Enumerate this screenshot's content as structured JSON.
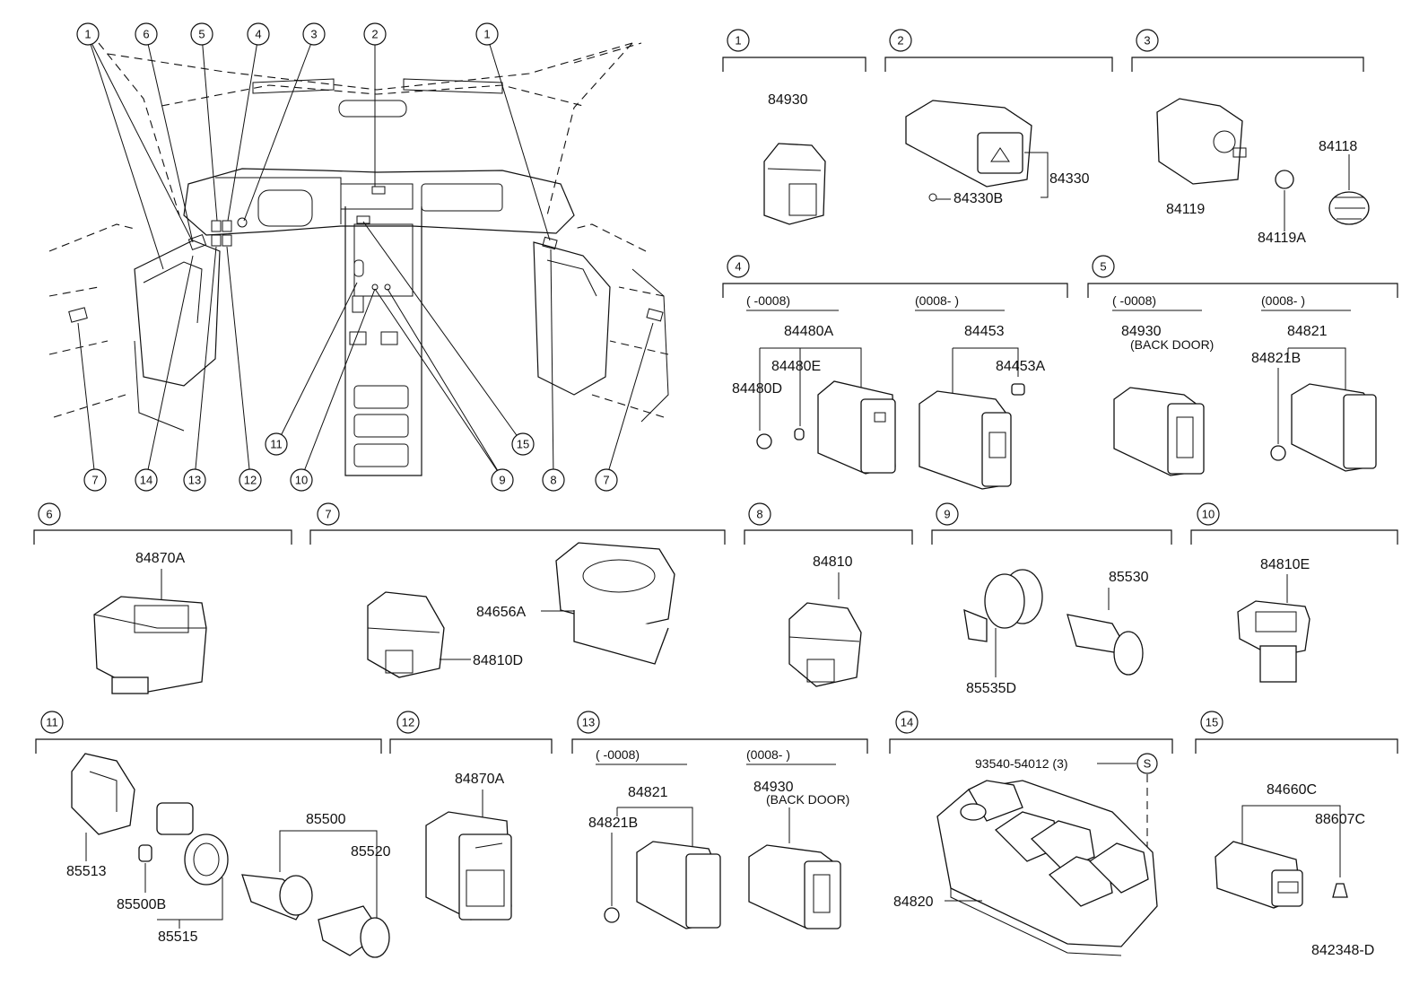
{
  "diagram_code": "842348-D",
  "overview_callouts": [
    {
      "id": "c1a",
      "label": "1"
    },
    {
      "id": "c6a",
      "label": "6"
    },
    {
      "id": "c5a",
      "label": "5"
    },
    {
      "id": "c4a",
      "label": "4"
    },
    {
      "id": "c3a",
      "label": "3"
    },
    {
      "id": "c2a",
      "label": "2"
    },
    {
      "id": "c1b",
      "label": "1"
    },
    {
      "id": "c7a",
      "label": "7"
    },
    {
      "id": "c14a",
      "label": "14"
    },
    {
      "id": "c13a",
      "label": "13"
    },
    {
      "id": "c12a",
      "label": "12"
    },
    {
      "id": "c11a",
      "label": "11"
    },
    {
      "id": "c10a",
      "label": "10"
    },
    {
      "id": "c9a",
      "label": "9"
    },
    {
      "id": "c8a",
      "label": "8"
    },
    {
      "id": "c7b",
      "label": "7"
    },
    {
      "id": "c15a",
      "label": "15"
    }
  ],
  "sections": [
    {
      "id": "s1",
      "num": "1",
      "parts": [
        "84930"
      ]
    },
    {
      "id": "s2",
      "num": "2",
      "parts": [
        "84330",
        "84330B"
      ]
    },
    {
      "id": "s3",
      "num": "3",
      "parts": [
        "84118",
        "84119",
        "84119A"
      ]
    },
    {
      "id": "s4",
      "num": "4",
      "date_left": "(      -0008)",
      "date_right": "(0008-      )",
      "parts": [
        "84480A",
        "84480E",
        "84480D",
        "84453",
        "84453A"
      ]
    },
    {
      "id": "s5",
      "num": "5",
      "date_left": "(      -0008)",
      "date_right": "(0008-      )",
      "parts": [
        "84930",
        "(BACK DOOR)",
        "84821",
        "84821B"
      ]
    },
    {
      "id": "s6",
      "num": "6",
      "parts": [
        "84870A"
      ]
    },
    {
      "id": "s7",
      "num": "7",
      "parts": [
        "84656A",
        "84810D"
      ]
    },
    {
      "id": "s8",
      "num": "8",
      "parts": [
        "84810"
      ]
    },
    {
      "id": "s9",
      "num": "9",
      "parts": [
        "85530",
        "85535D"
      ]
    },
    {
      "id": "s10",
      "num": "10",
      "parts": [
        "84810E"
      ]
    },
    {
      "id": "s11",
      "num": "11",
      "parts": [
        "85513",
        "85500B",
        "85515",
        "85500",
        "85520"
      ]
    },
    {
      "id": "s12",
      "num": "12",
      "parts": [
        "84870A"
      ]
    },
    {
      "id": "s13",
      "num": "13",
      "date_left": "(      -0008)",
      "date_right": "(0008-      )",
      "parts": [
        "84821",
        "84821B",
        "84930",
        "(BACK DOOR)"
      ]
    },
    {
      "id": "s14",
      "num": "14",
      "parts": [
        "93540-54012 (3)",
        "S",
        "84820"
      ]
    },
    {
      "id": "s15",
      "num": "15",
      "parts": [
        "84660C",
        "88607C"
      ]
    }
  ]
}
